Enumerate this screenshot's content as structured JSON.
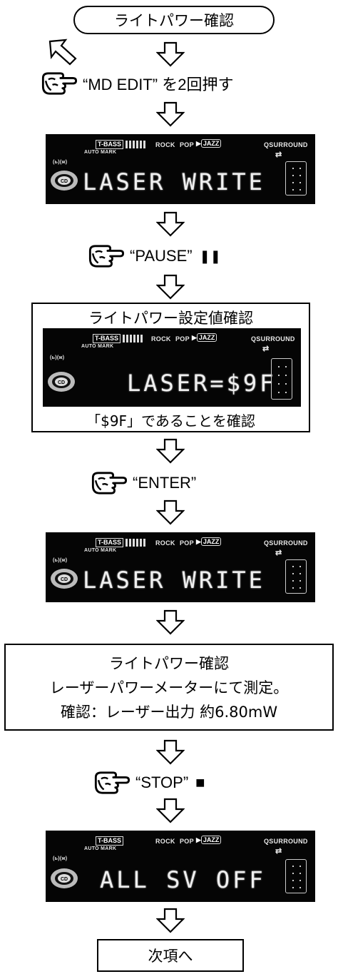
{
  "title": "ライトパワー確認",
  "step1": {
    "text": "“MD EDIT” を2回押す"
  },
  "step2": {
    "text": "“PAUSE”",
    "symbol": "❚❚"
  },
  "step3": {
    "text": "“ENTER”"
  },
  "step4": {
    "text": "“STOP”",
    "symbol": "■"
  },
  "lcd_common": {
    "tbass": "T-BASS",
    "rock": "ROCK",
    "pop": "POP",
    "jazz": "JAZZ",
    "surround": "QSURROUND",
    "auto_mark": "AUTO MARK",
    "indicator": "(ь)(ж)"
  },
  "lcd1": {
    "text": "LASER WRITE"
  },
  "setting_box": {
    "heading": "ライトパワー設定値確認",
    "lcd_text": "LASER=$9F",
    "footer": "「$9F」であることを確認"
  },
  "lcd3": {
    "text": "LASER WRITE"
  },
  "measure_box": {
    "line1": "ライトパワー確認",
    "line2": "レーザーパワーメーターにて測定。",
    "line3": "確認：レーザー出力 約6.80mW"
  },
  "lcd4": {
    "text": "ALL SV OFF"
  },
  "next_box": {
    "text": "次項へ"
  }
}
